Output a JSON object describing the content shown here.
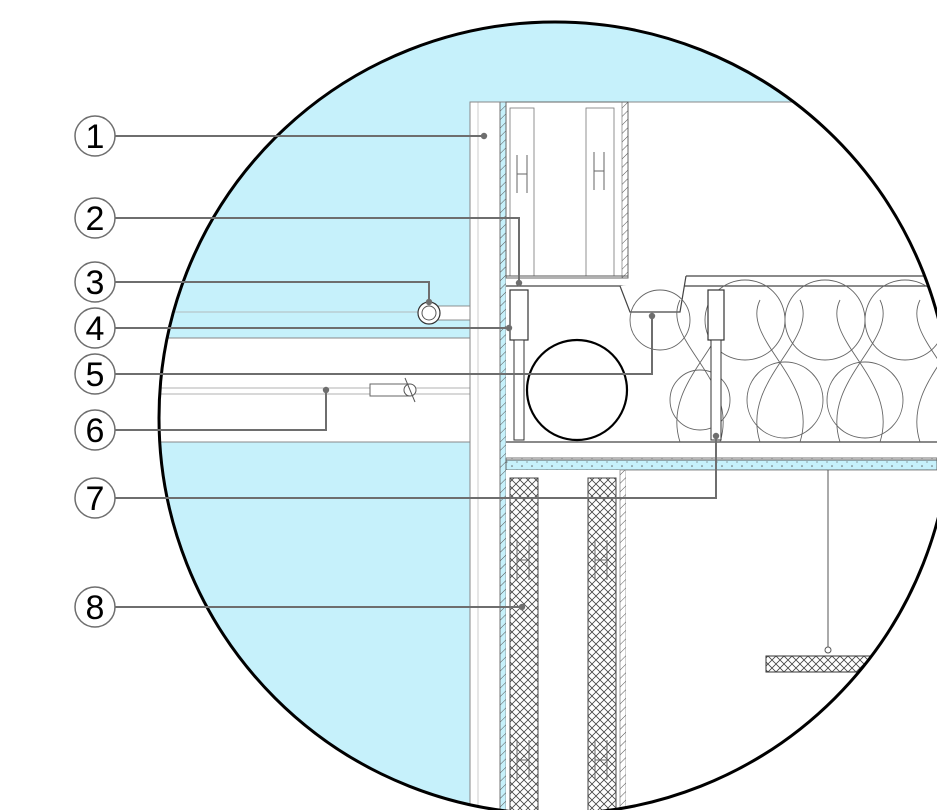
{
  "diagram": {
    "callouts": [
      {
        "label": "1"
      },
      {
        "label": "2"
      },
      {
        "label": "3"
      },
      {
        "label": "4"
      },
      {
        "label": "5"
      },
      {
        "label": "6"
      },
      {
        "label": "7"
      },
      {
        "label": "8"
      }
    ],
    "colors": {
      "background_fill": "#c6f1fb",
      "outline": "#000000",
      "leader_line": "#6e6e6e",
      "hatch": "#555555"
    }
  }
}
